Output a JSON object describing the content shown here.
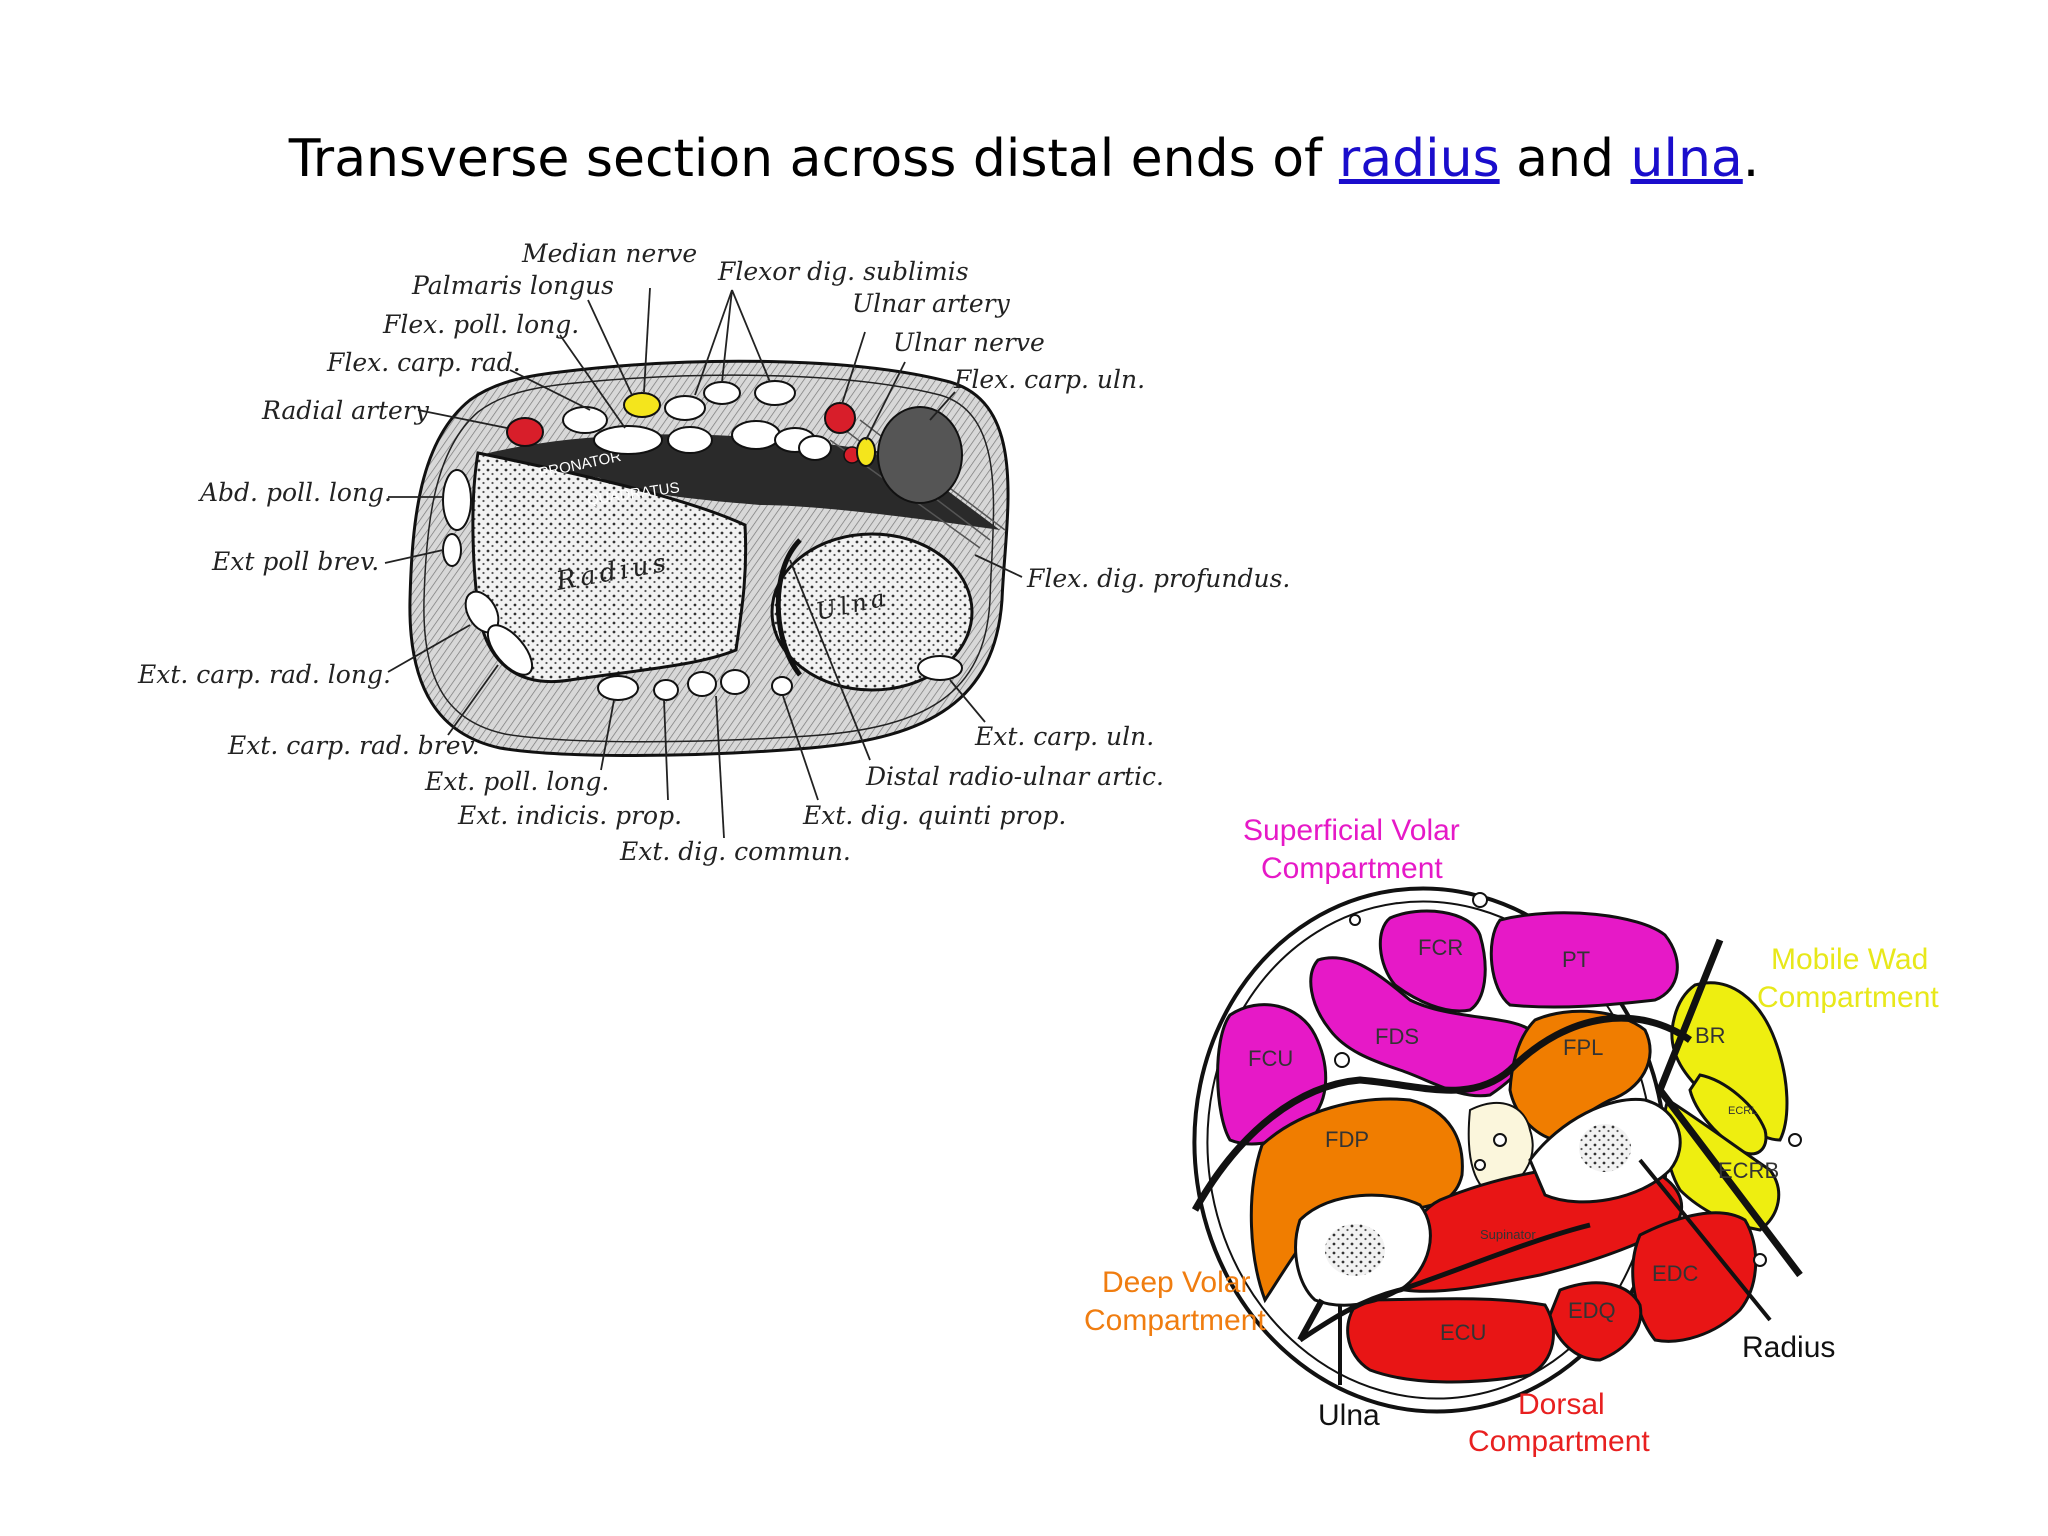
{
  "title": {
    "prefix": "Transverse section across distal ends of ",
    "link1": "radius",
    "middle": " and ",
    "link2": "ulna",
    "suffix": ".",
    "link_color": "#1a0dcc"
  },
  "figure1": {
    "bone_labels": {
      "radius": "Radius",
      "ulna": "Ulna",
      "pronator": "PRONATOR",
      "quadratus": "QUADRATUS"
    },
    "labels": {
      "median_nerve": "Median nerve",
      "palmaris_longus": "Palmaris longus",
      "flexor_dig_sublimis": "Flexor dig. sublimis",
      "flex_poll_long": "Flex. poll. long.",
      "ulnar_artery": "Ulnar artery",
      "flex_carp_rad": "Flex. carp. rad.",
      "ulnar_nerve": "Ulnar nerve",
      "flex_carp_uln": "Flex. carp. uln.",
      "radial_artery": "Radial artery",
      "abd_poll_long": "Abd. poll. long.",
      "ext_poll_brev": "Ext  poll  brev.",
      "flex_dig_profundus": "Flex. dig. profundus.",
      "ext_carp_rad_long": "Ext. carp. rad. long.",
      "ext_carp_rad_brev": "Ext. carp. rad. brev.",
      "ext_carp_uln": "Ext. carp. uln.",
      "ext_poll_long": "Ext. poll. long.",
      "distal_radio_ulnar_artic": "Distal radio-ulnar artic.",
      "ext_indicis_prop": "Ext. indicis. prop.",
      "ext_dig_quinti_prop": "Ext. dig. quinti prop.",
      "ext_dig_commun": "Ext. dig. commun."
    },
    "colors": {
      "artery": "#d81e2a",
      "nerve": "#f4e51c",
      "muscle_dark": "#2a2a2a"
    }
  },
  "figure2": {
    "compartments": {
      "superficial_volar": {
        "line1": "Superficial Volar",
        "line2": "Compartment",
        "color": "#e619c7"
      },
      "mobile_wad": {
        "line1": "Mobile Wad",
        "line2": "Compartment",
        "color": "#e8e81a"
      },
      "deep_volar": {
        "line1": "Deep Volar",
        "line2": "Compartment",
        "color": "#f07d10"
      },
      "dorsal": {
        "line1": "Dorsal",
        "line2": "Compartment",
        "color": "#e82020"
      }
    },
    "muscles": {
      "fcr": "FCR",
      "pt": "PT",
      "fds": "FDS",
      "fcu": "FCU",
      "fpl": "FPL",
      "br": "BR",
      "ecrl": "ECRL",
      "fdp": "FDP",
      "ecrb": "ECRB",
      "supinator": "Supinator",
      "edc": "EDC",
      "edq": "EDQ",
      "ecu": "ECU"
    },
    "bones": {
      "radius": "Radius",
      "ulna": "Ulna"
    },
    "colors": {
      "magenta": "#e619c7",
      "orange": "#f07d00",
      "red": "#e81515",
      "yellow": "#eeee10",
      "cream": "#fbf6dc"
    }
  }
}
